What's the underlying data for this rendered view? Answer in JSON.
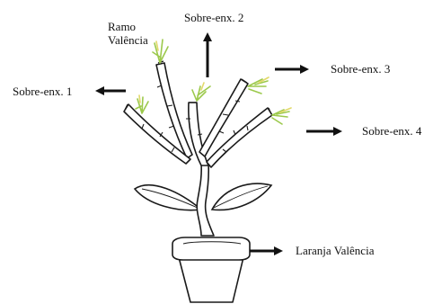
{
  "labels": {
    "ramo_line1": "Ramo",
    "ramo_line2": "Valência",
    "sobre1": "Sobre-enx. 1",
    "sobre2": "Sobre-enx. 2",
    "sobre3": "Sobre-enx. 3",
    "sobre4": "Sobre-enx. 4",
    "rootstock": "Laranja Valência"
  },
  "colors": {
    "stroke": "#1a1a1a",
    "bud_green": "#b7d96b",
    "bud_yellow": "#e2d96a"
  }
}
